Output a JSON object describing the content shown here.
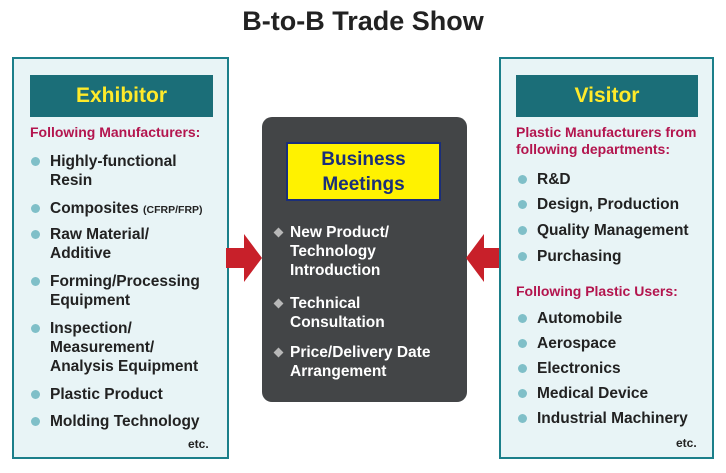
{
  "title": "B-to-B Trade Show",
  "exhibitor": {
    "header": "Exhibitor",
    "subtitle": "Following Manufacturers:",
    "items": [
      {
        "text": "Highly-functional Resin"
      },
      {
        "text": "Composites",
        "note": "(CFRP/FRP)"
      },
      {
        "text": "Raw Material/ Additive"
      },
      {
        "text": "Forming/Processing Equipment"
      },
      {
        "text": "Inspection/ Measurement/ Analysis Equipment"
      },
      {
        "text": "Plastic Product"
      },
      {
        "text": "Molding Technology"
      }
    ],
    "etc": "etc."
  },
  "center": {
    "header_line1": "Business",
    "header_line2": "Meetings",
    "items": [
      "New Product/ Technology Introduction",
      "Technical Consultation",
      "Price/Delivery Date Arrangement"
    ]
  },
  "visitor": {
    "header": "Visitor",
    "subtitle1": "Plastic Manufacturers from following departments:",
    "departments": [
      "R&D",
      "Design, Production",
      "Quality Management",
      "Purchasing"
    ],
    "subtitle2": "Following Plastic Users:",
    "users": [
      "Automobile",
      "Aerospace",
      "Electronics",
      "Medical Device",
      "Industrial Machinery"
    ],
    "etc": "etc."
  },
  "colors": {
    "panel_border": "#1b7f8a",
    "panel_bg": "#e8f4f6",
    "header_bg": "#1b6e78",
    "header_text": "#ffea2a",
    "label_text": "#b3154e",
    "center_bg": "#434547",
    "center_header_bg": "#fff200",
    "arrow": "#c8202a"
  }
}
